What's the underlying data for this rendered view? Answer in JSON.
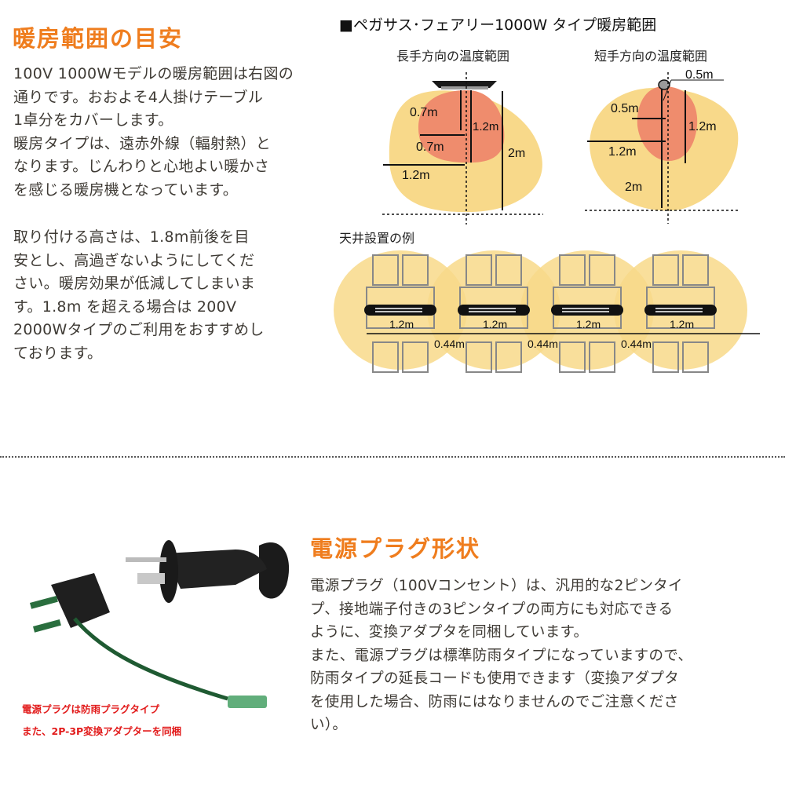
{
  "section1": {
    "heading": "暖房範囲の目安",
    "paragraph1_lines": [
      "100V 1000Wモデルの暖房範囲は右図の",
      "通りです。おおよそ4人掛けテーブル",
      "1卓分をカバーします。",
      "暖房タイプは、遠赤外線（輻射熱）と",
      "なります。じんわりと心地よい暖かさ",
      "を感じる暖房機となっています。"
    ],
    "paragraph2_lines": [
      "取り付ける高さは、1.8m前後を目",
      "安とし、高過ぎないようにしてくだ",
      "さい。暖房効果が低減してしまいま",
      "す。1.8m を超える場合は 200V",
      "2000Wタイプのご利用をおすすめし",
      "ております。"
    ]
  },
  "diagram": {
    "title": "■ペガサス･フェアリー1000W タイプ暖房範囲",
    "long_side": {
      "label": "長手方向の温度範囲",
      "dims": [
        "0.7m",
        "1.2m",
        "0.7m",
        "2m",
        "1.2m"
      ]
    },
    "short_side": {
      "label": "短手方向の温度範囲",
      "dims": [
        "0.5m",
        "0.5m",
        "1.2m",
        "1.2m",
        "2m"
      ]
    },
    "ceiling_example": {
      "label": "天井設置の例",
      "unit_width": "1.2m",
      "gap": "0.44m",
      "units": 4
    },
    "colors": {
      "outer": "#f8d98a",
      "inner": "#ef8c6d",
      "chair": "#8a8a8a"
    }
  },
  "section2": {
    "heading": "電源プラグ形状",
    "paragraph_lines": [
      "電源プラグ（100Vコンセント）は、汎用的な2ピンタイ",
      "プ、接地端子付きの3ピンタイプの両方にも対応できる",
      "ように、変換アダプタを同梱しています。",
      "また、電源プラグは標準防雨タイプになっていますので、",
      "防雨タイプの延長コードも使用できます（変換アダプタ",
      "を使用した場合、防雨にはなりませんのでご注意くださ",
      "い）。"
    ],
    "photo_caption_lines": [
      "電源プラグは防雨プラグタイプ",
      "また、2P-3P変換アダプターを同梱"
    ]
  },
  "theme": {
    "accent": "#ef7d1e",
    "caption_red": "#e21b1b"
  }
}
